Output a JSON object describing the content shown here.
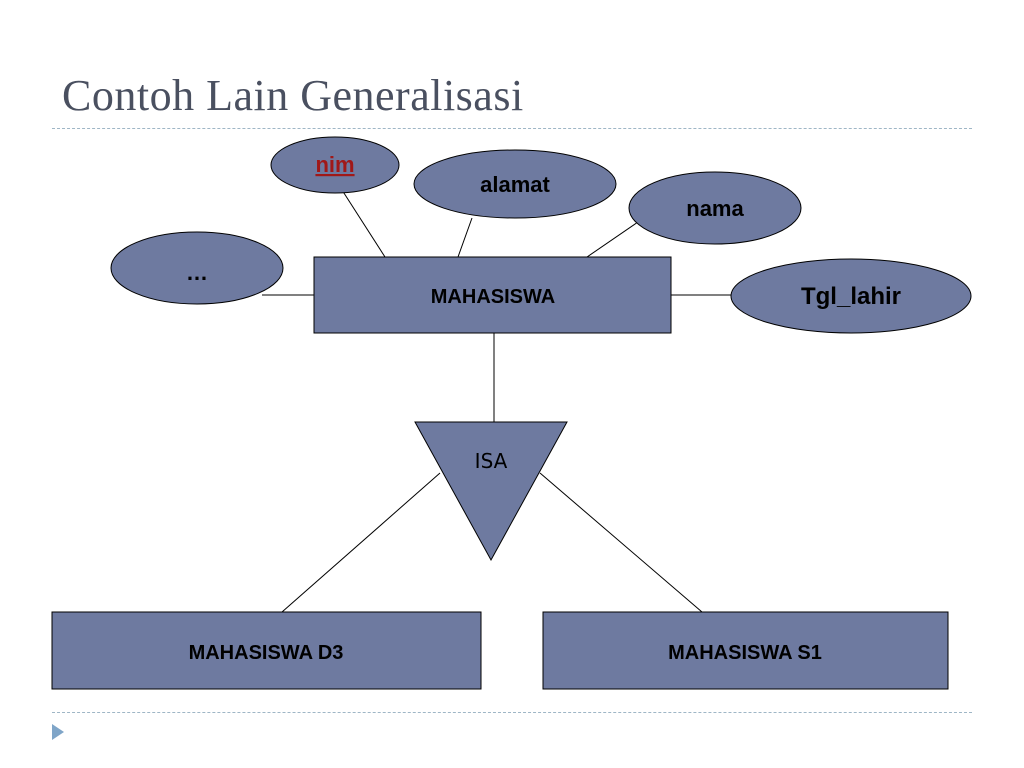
{
  "slide": {
    "title": "Contoh Lain Generalisasi"
  },
  "diagram": {
    "entity": "MAHASISWA",
    "attributes": {
      "key": "nim",
      "alamat": "alamat",
      "nama": "nama",
      "ellipsis": "…",
      "tgl_lahir": "Tgl_lahir"
    },
    "isa_label": "ISA",
    "subtypes": {
      "d3": "MAHASISWA D3",
      "s1": "MAHASISWA S1"
    }
  },
  "colors": {
    "shape_fill": "#6e7aa0",
    "shape_stroke": "#000000",
    "key_text": "#a01818",
    "title_text": "#4a5060",
    "rule": "#9fb6c6",
    "bullet": "#7fa5c8"
  }
}
